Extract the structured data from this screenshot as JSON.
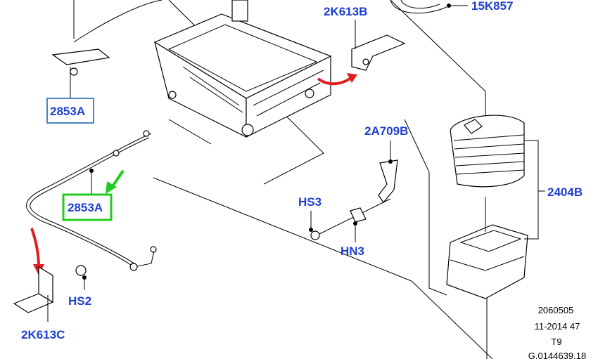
{
  "callouts": {
    "c_2853A_top": "2853A",
    "c_2K613B": "2K613B",
    "c_15K857": "15K857",
    "c_2A709B": "2A709B",
    "c_2853A_mid": "2853A",
    "c_HS3": "HS3",
    "c_HN3": "HN3",
    "c_2404B": "2404B",
    "c_HS2": "HS2",
    "c_2K613C": "2K613C"
  },
  "footer": {
    "line1": "2060505",
    "line2": "11-2014 47",
    "line3": "T9",
    "line4": "G.0144639.18"
  },
  "colors": {
    "callout_text": "#1f3fd0",
    "box_blue": "#4a86c5",
    "box_green": "#22cc22",
    "arrow_red": "#e02020",
    "arrow_green": "#22cc22"
  }
}
